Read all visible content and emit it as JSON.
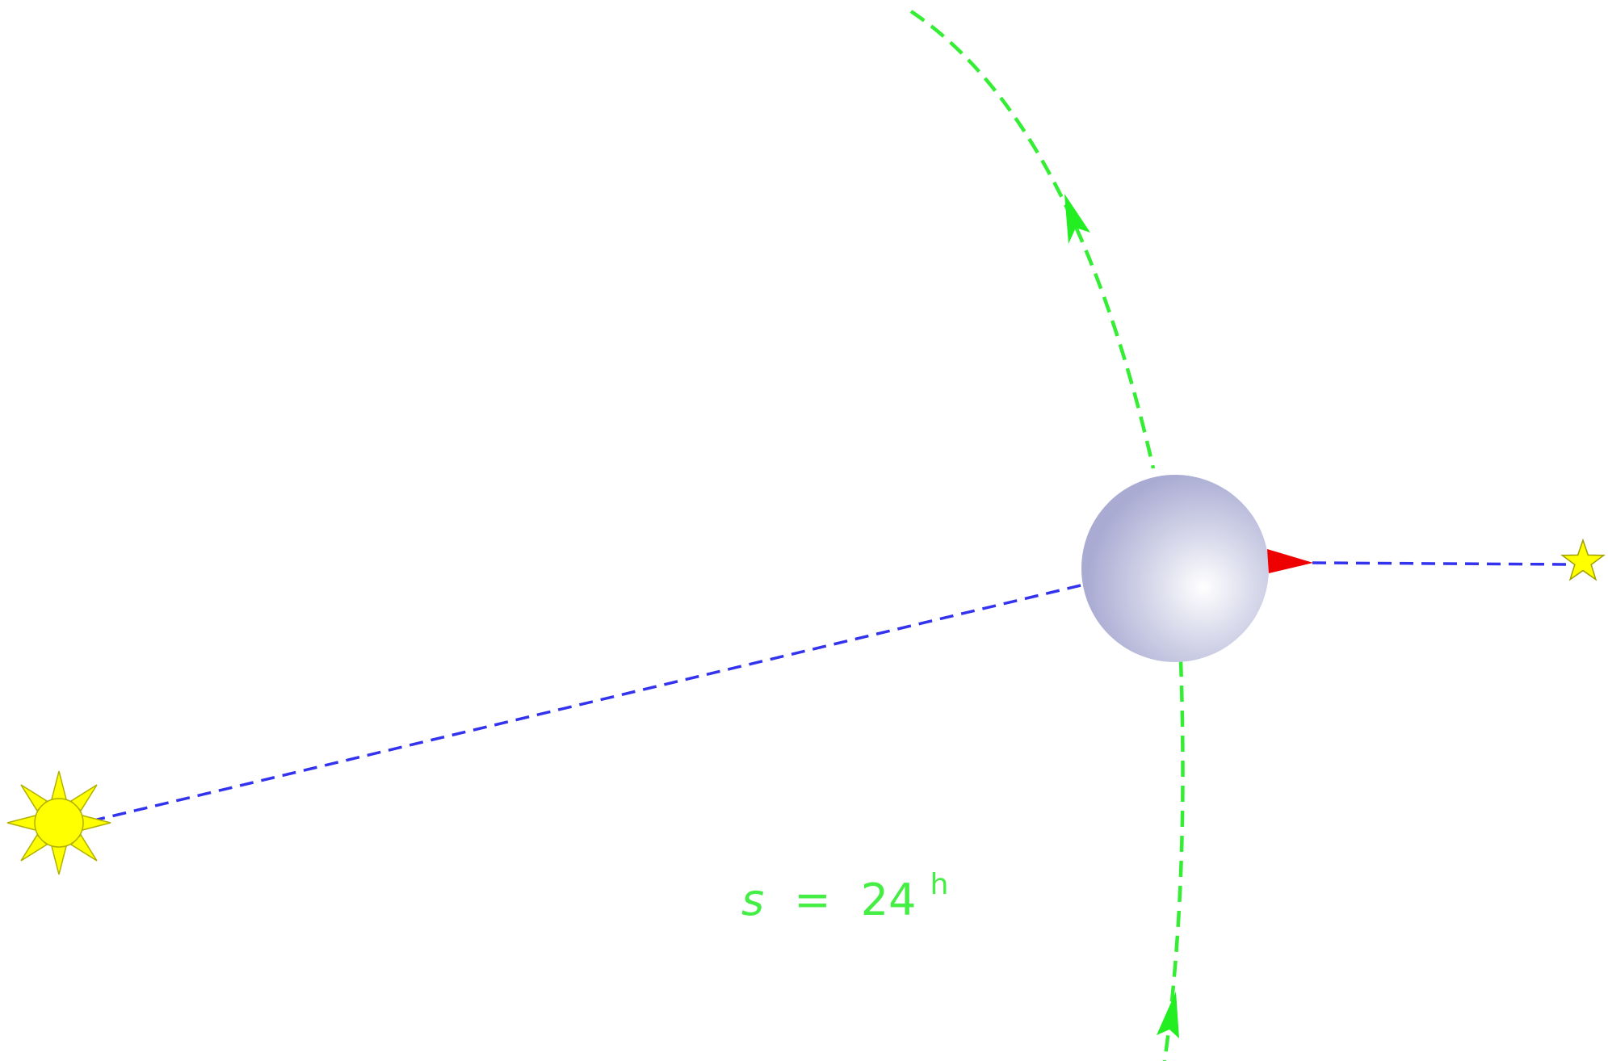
{
  "label": {
    "variable": "s",
    "equals": "=",
    "value": "24",
    "unit": "h"
  },
  "colors": {
    "orbit_path": "#33ee33",
    "sight_line": "#3333ee",
    "marker": "#ee0000",
    "sun_fill": "#ffff00",
    "star_fill": "#ffff00",
    "planet_light": "#ffffff",
    "planet_dark": "#a9abd3",
    "label": "#44ee44"
  },
  "icons": {
    "sun": "sun-icon",
    "star": "star-icon",
    "planet": "planet-sphere",
    "marker": "red-triangle-marker"
  }
}
